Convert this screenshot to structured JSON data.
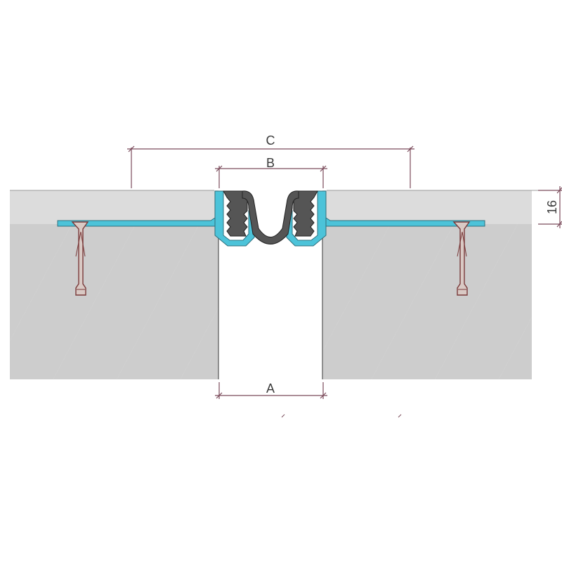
{
  "dimensions": {
    "a_label": "A",
    "b_label": "B",
    "c_label": "C",
    "height_label": "16"
  },
  "colors": {
    "screed": "#dcdcdc",
    "slab": "#cdcdcd",
    "profile": "#4cc3d9",
    "rubber_insert": "#555555",
    "anchor": "#d9c9c4",
    "dimension_line": "#7a4a5a"
  },
  "icons": {
    "anchor_left": "expansion-anchor-icon",
    "anchor_right": "expansion-anchor-icon"
  }
}
